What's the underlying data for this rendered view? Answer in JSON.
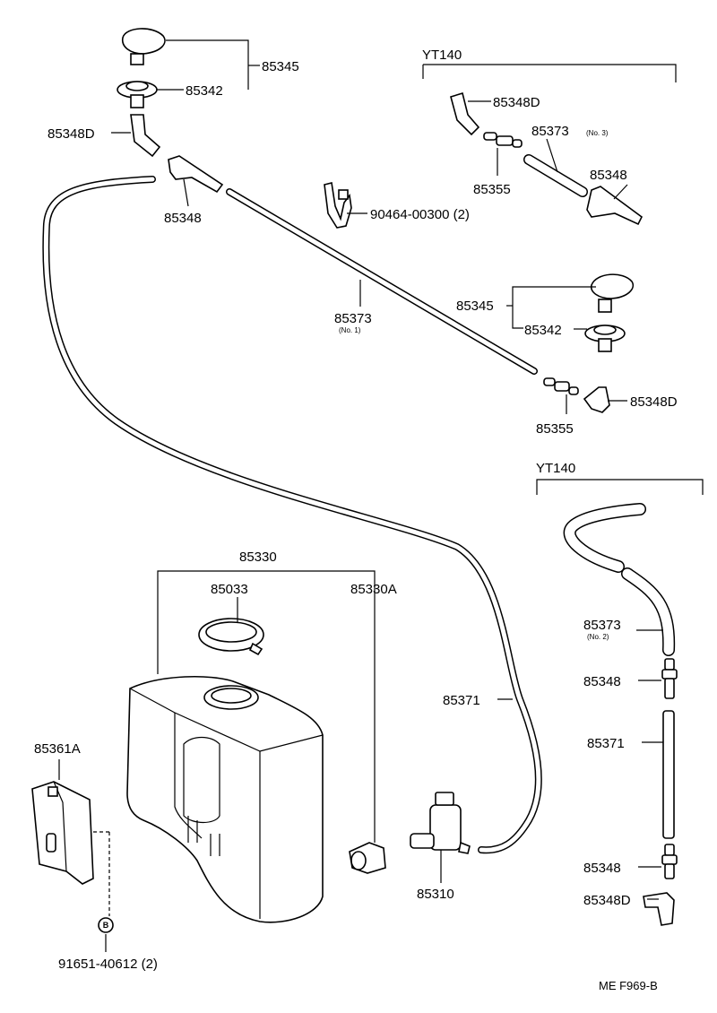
{
  "labels": {
    "l_85345_a": "85345",
    "l_85342_a": "85342",
    "l_85348D_a": "85348D",
    "l_85348_a": "85348",
    "l_90464": "90464-00300 (2)",
    "l_85373_no1": "85373",
    "l_85373_no1_sub": "(No. 1)",
    "l_yt140_a": "YT140",
    "l_85348D_b": "85348D",
    "l_85373_no3": "85373",
    "l_85373_no3_sub": "(No. 3)",
    "l_85355_a": "85355",
    "l_85348_b": "85348",
    "l_85345_b": "85345",
    "l_85342_b": "85342",
    "l_85348D_c": "85348D",
    "l_85355_b": "85355",
    "l_yt140_b": "YT140",
    "l_85330": "85330",
    "l_85033": "85033",
    "l_85330A": "85330A",
    "l_85371_a": "85371",
    "l_85361A": "85361A",
    "l_85310": "85310",
    "l_91651": "91651-40612 (2)",
    "l_85373_no2": "85373",
    "l_85373_no2_sub": "(No. 2)",
    "l_85348_c": "85348",
    "l_85371_b": "85371",
    "l_85348_d": "85348",
    "l_85348D_d": "85348D",
    "bolt_letter": "B",
    "figure_code": "ME F969-B"
  }
}
